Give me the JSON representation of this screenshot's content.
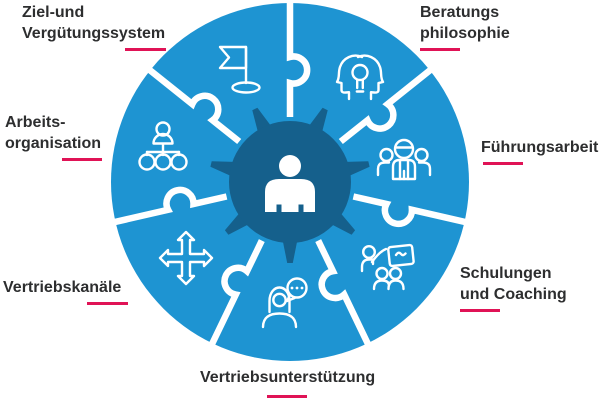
{
  "diagram": {
    "type": "puzzle-wheel",
    "segment_count": 7,
    "center_icon": "person-icon",
    "colors": {
      "wheel": "#1e94d2",
      "hub": "#15608c",
      "underline": "#e01356",
      "text": "#2d2e2f"
    },
    "segments": [
      {
        "label": "Beratungsphilosophie",
        "lines": [
          "Beratungs",
          "philosophie"
        ],
        "icon": "two-heads-icon",
        "position": "top-right"
      },
      {
        "label": "Führungsarbeit",
        "lines": [
          "Führungsarbeit"
        ],
        "icon": "team-leader-icon",
        "position": "right"
      },
      {
        "label": "Schulungen und Coaching",
        "lines": [
          "Schulungen",
          "und Coaching"
        ],
        "icon": "training-presentation-icon",
        "position": "bottom-right"
      },
      {
        "label": "Vertriebsunterstützung",
        "lines": [
          "Vertriebsunterstützung"
        ],
        "icon": "support-chat-icon",
        "position": "bottom"
      },
      {
        "label": "Vertriebskanäle",
        "lines": [
          "Vertriebskanäle"
        ],
        "icon": "four-way-arrows-icon",
        "position": "bottom-left"
      },
      {
        "label": "Arbeitsorganisation",
        "lines": [
          "Arbeits-",
          "organisation"
        ],
        "icon": "org-chart-icon",
        "position": "left"
      },
      {
        "label": "Ziel- und Vergütungssystem",
        "lines": [
          "Ziel-und",
          "Vergütungssystem"
        ],
        "icon": "goal-flag-icon",
        "position": "top-left"
      }
    ]
  }
}
